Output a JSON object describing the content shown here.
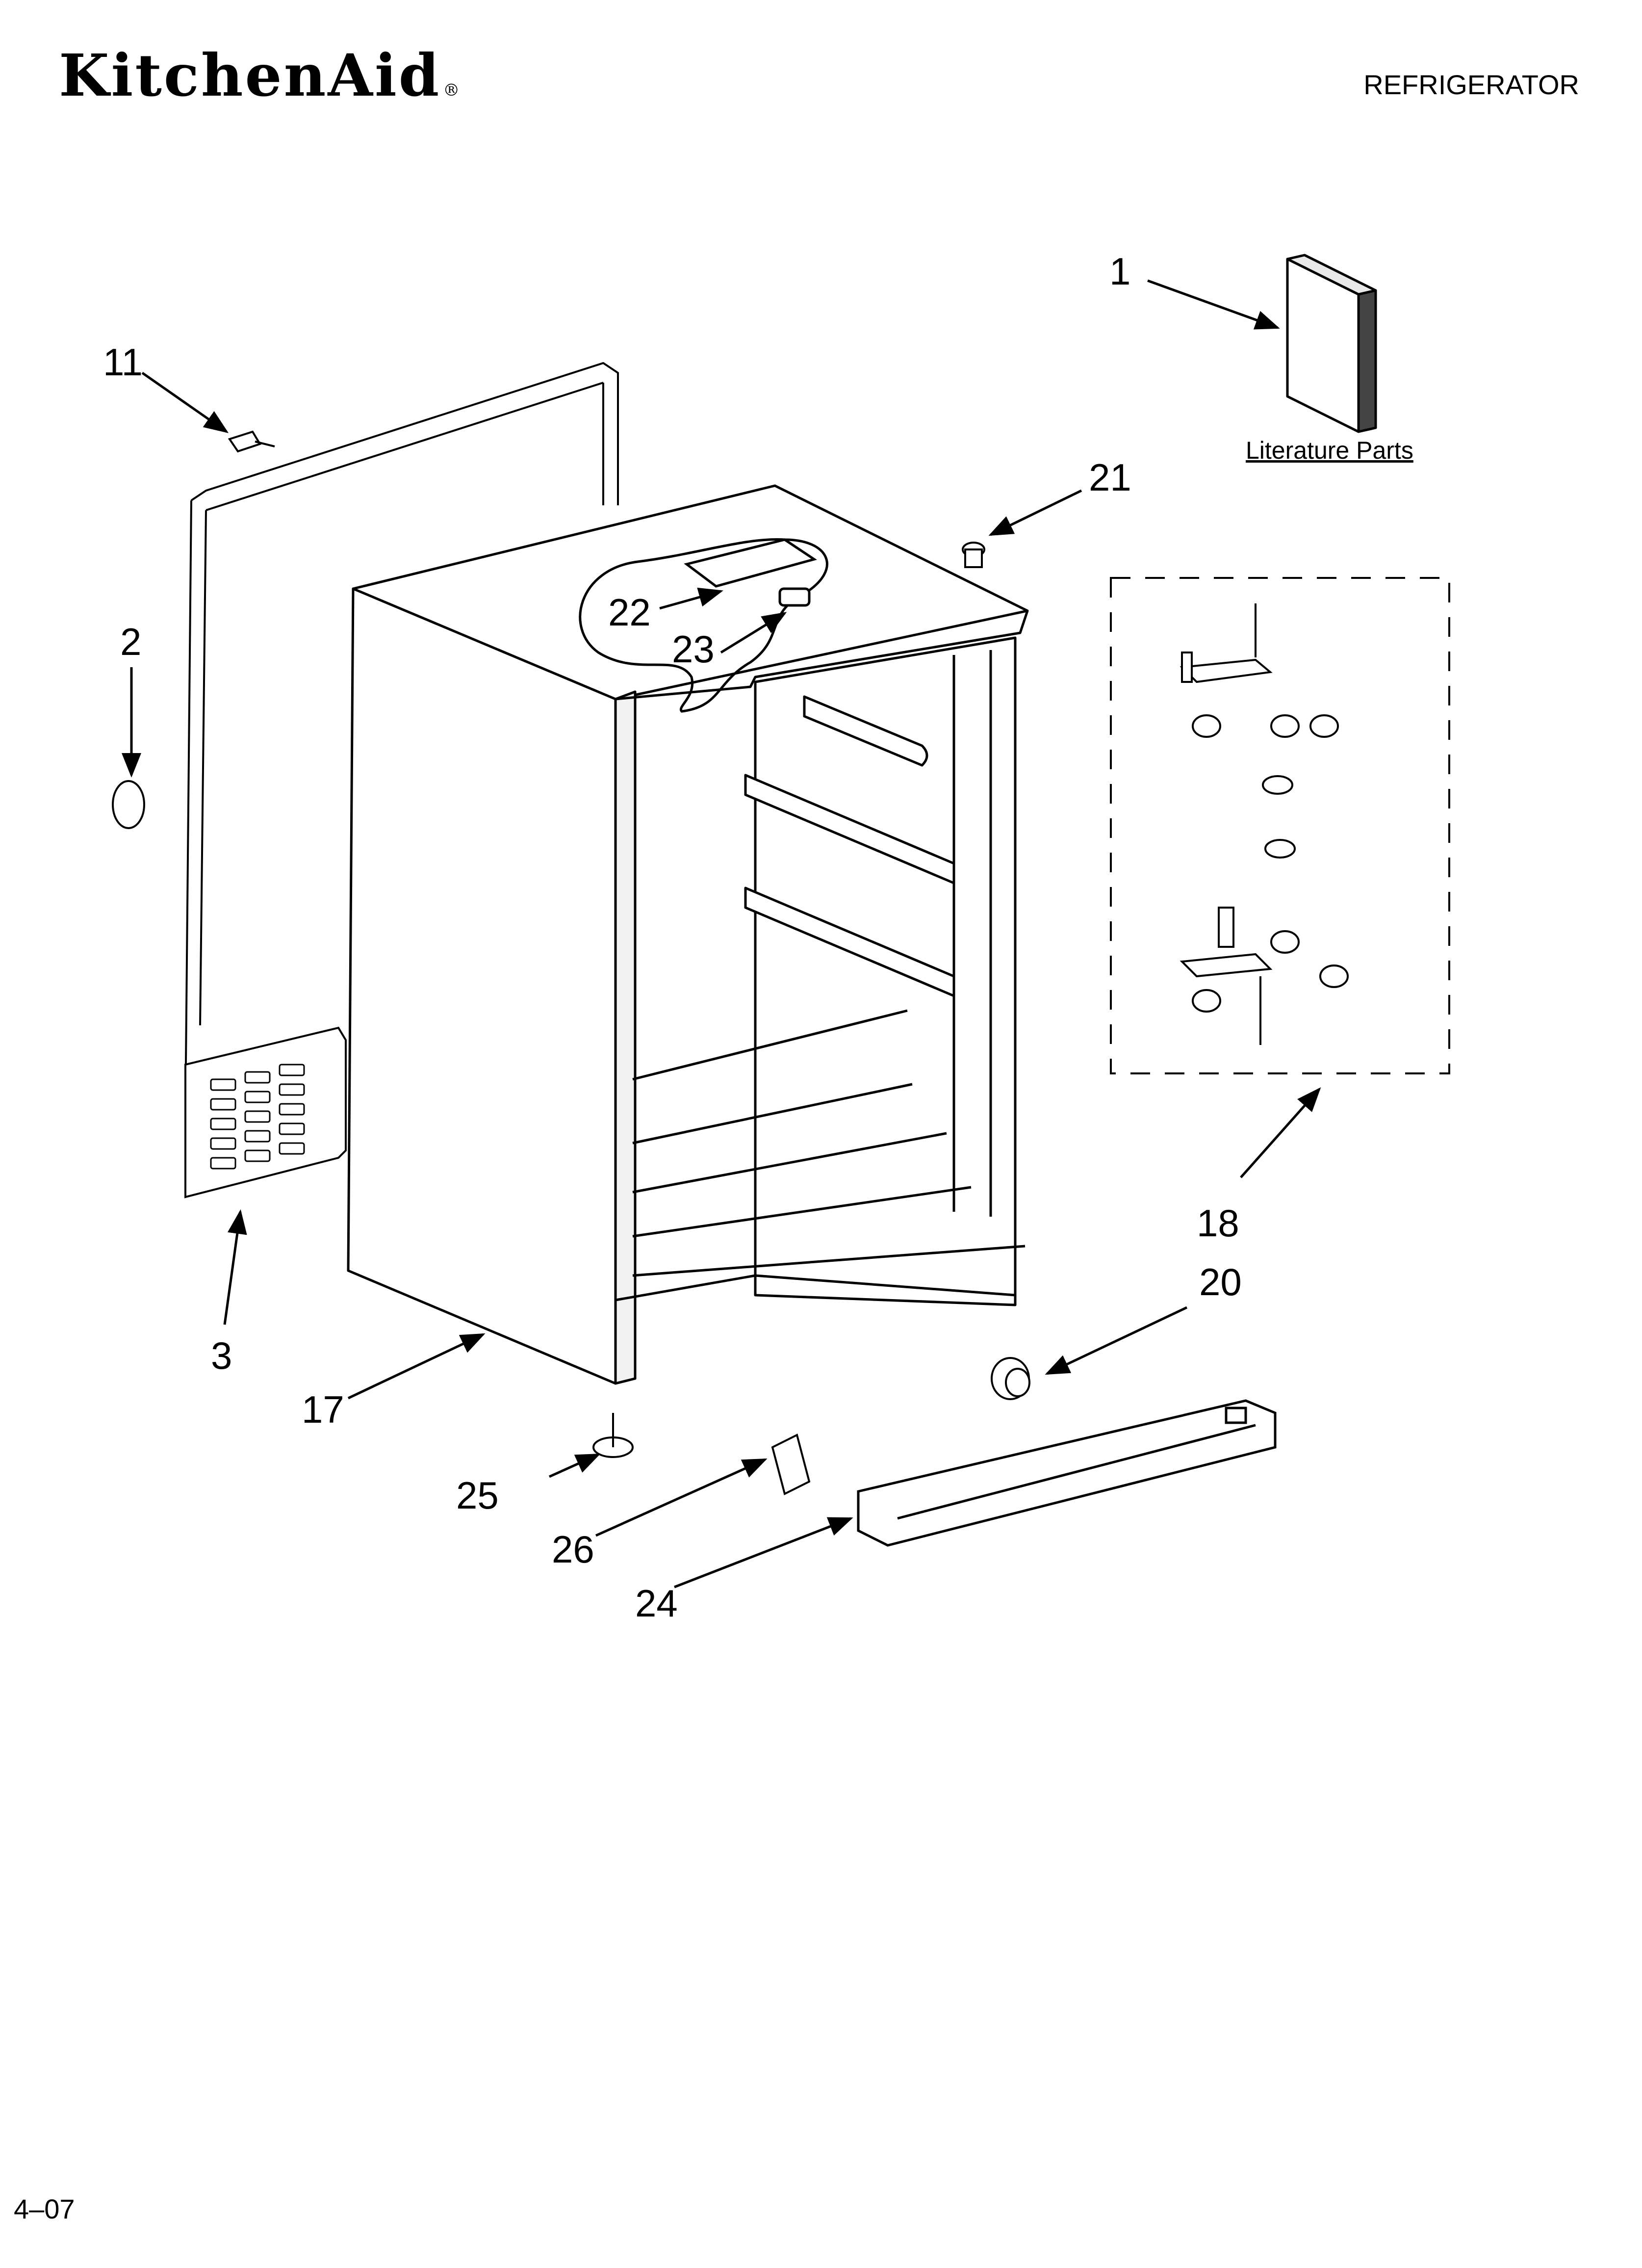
{
  "header": {
    "brand": "KitchenAid",
    "brand_mark": "®",
    "document_title": "REFRIGERATOR"
  },
  "diagram": {
    "literature_label": "Literature Parts",
    "callouts": [
      {
        "id": "1",
        "label": "1"
      },
      {
        "id": "2",
        "label": "2"
      },
      {
        "id": "3",
        "label": "3"
      },
      {
        "id": "11",
        "label": "11"
      },
      {
        "id": "17",
        "label": "17"
      },
      {
        "id": "18",
        "label": "18"
      },
      {
        "id": "20",
        "label": "20"
      },
      {
        "id": "21",
        "label": "21"
      },
      {
        "id": "22",
        "label": "22"
      },
      {
        "id": "23",
        "label": "23"
      },
      {
        "id": "24",
        "label": "24"
      },
      {
        "id": "25",
        "label": "25"
      },
      {
        "id": "26",
        "label": "26"
      }
    ]
  },
  "footer": {
    "revision": "4–07"
  }
}
